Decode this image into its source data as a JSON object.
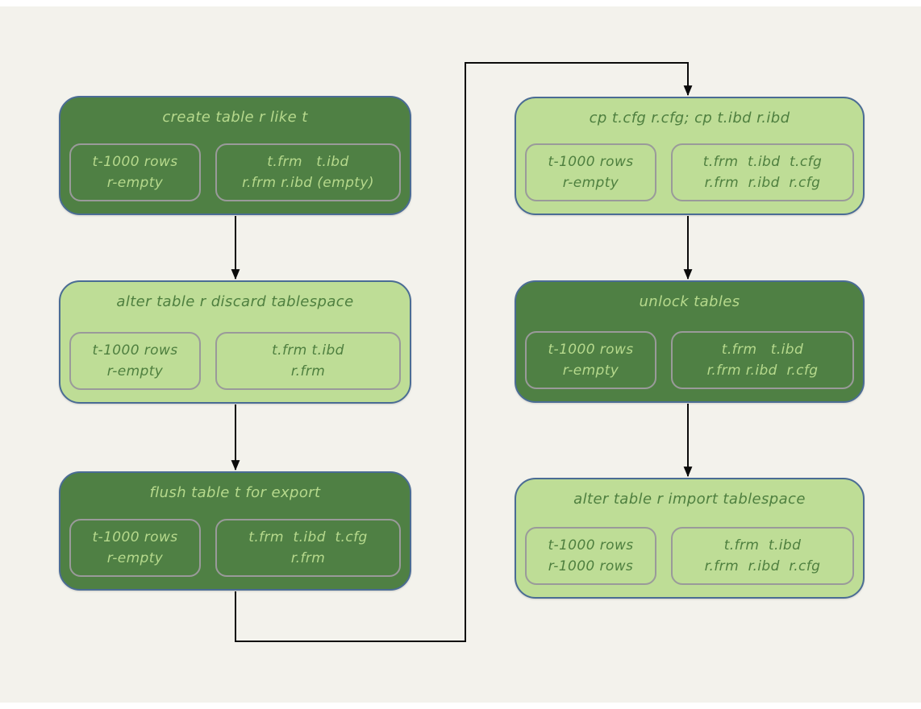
{
  "colors": {
    "page_bg": "#f3f2ec",
    "dark_fill": "#4f8044",
    "light_fill": "#bedd96",
    "box_border": "#4a6c94",
    "cell_border": "#9a9a9a",
    "dark_text": "#b6d98c",
    "light_text": "#4e7f3f",
    "arrow": "#0b0b0b"
  },
  "nodes": [
    {
      "id": "create-table-r-like-t",
      "variant": "dark",
      "title": "create table r like t",
      "rows_line1": "t-1000 rows",
      "rows_line2": "r-empty",
      "files_line1": "t.frm   t.ibd",
      "files_line2": "r.frm r.ibd (empty)"
    },
    {
      "id": "alter-table-r-discard-tablespace",
      "variant": "light",
      "title": "alter table r discard tablespace",
      "rows_line1": "t-1000 rows",
      "rows_line2": "r-empty",
      "files_line1": "t.frm t.ibd",
      "files_line2": "r.frm"
    },
    {
      "id": "flush-table-t-for-export",
      "variant": "dark",
      "title": "flush table t for export",
      "rows_line1": "t-1000 rows",
      "rows_line2": "r-empty",
      "files_line1": "t.frm  t.ibd  t.cfg",
      "files_line2": "r.frm"
    },
    {
      "id": "cp-cfg-and-ibd-files",
      "variant": "light",
      "title": "cp t.cfg r.cfg; cp t.ibd r.ibd",
      "rows_line1": "t-1000 rows",
      "rows_line2": "r-empty",
      "files_line1": "t.frm  t.ibd  t.cfg",
      "files_line2": "r.frm  r.ibd  r.cfg"
    },
    {
      "id": "unlock-tables",
      "variant": "dark",
      "title": "unlock tables",
      "rows_line1": "t-1000 rows",
      "rows_line2": "r-empty",
      "files_line1": "t.frm   t.ibd",
      "files_line2": "r.frm r.ibd  r.cfg"
    },
    {
      "id": "alter-table-r-import-tablespace",
      "variant": "light",
      "title": "alter table r import tablespace",
      "rows_line1": "t-1000 rows",
      "rows_line2": "r-1000 rows",
      "files_line1": "t.frm  t.ibd",
      "files_line2": "r.frm  r.ibd  r.cfg"
    }
  ]
}
